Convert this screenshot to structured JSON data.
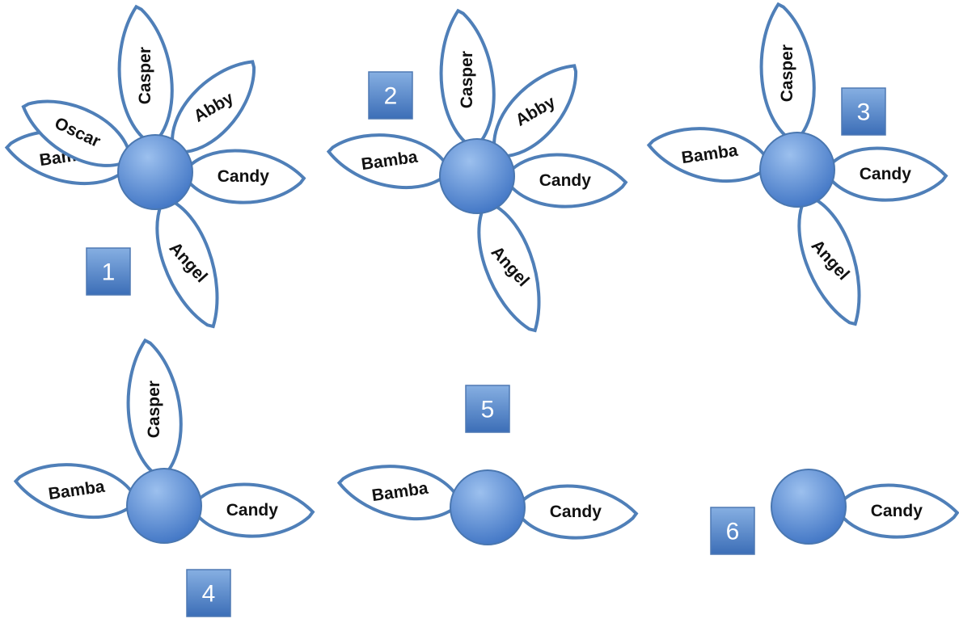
{
  "diagram": {
    "flowers": [
      {
        "number": "1",
        "petals": [
          {
            "name": "casper",
            "label": "Casper"
          },
          {
            "name": "abby",
            "label": "Abby"
          },
          {
            "name": "candy",
            "label": "Candy"
          },
          {
            "name": "angel",
            "label": "Angel"
          },
          {
            "name": "bamba",
            "label": "Bamba"
          },
          {
            "name": "oscar",
            "label": "Oscar"
          }
        ]
      },
      {
        "number": "2",
        "petals": [
          {
            "name": "casper",
            "label": "Casper"
          },
          {
            "name": "abby",
            "label": "Abby"
          },
          {
            "name": "candy",
            "label": "Candy"
          },
          {
            "name": "angel",
            "label": "Angel"
          },
          {
            "name": "bamba",
            "label": "Bamba"
          }
        ]
      },
      {
        "number": "3",
        "petals": [
          {
            "name": "casper",
            "label": "Casper"
          },
          {
            "name": "candy",
            "label": "Candy"
          },
          {
            "name": "angel",
            "label": "Angel"
          },
          {
            "name": "bamba",
            "label": "Bamba"
          }
        ]
      },
      {
        "number": "4",
        "petals": [
          {
            "name": "casper",
            "label": "Casper"
          },
          {
            "name": "candy",
            "label": "Candy"
          },
          {
            "name": "bamba",
            "label": "Bamba"
          }
        ]
      },
      {
        "number": "5",
        "petals": [
          {
            "name": "candy",
            "label": "Candy"
          },
          {
            "name": "bamba",
            "label": "Bamba"
          }
        ]
      },
      {
        "number": "6",
        "petals": [
          {
            "name": "candy",
            "label": "Candy"
          }
        ]
      }
    ],
    "colors": {
      "petal_fill": "#ffffff",
      "petal_outline": "#4f7fb8",
      "center_light": "#8fb7ea",
      "center_dark": "#3f74c4",
      "box_light": "#83acdf",
      "box_dark": "#3d6fb8"
    }
  }
}
